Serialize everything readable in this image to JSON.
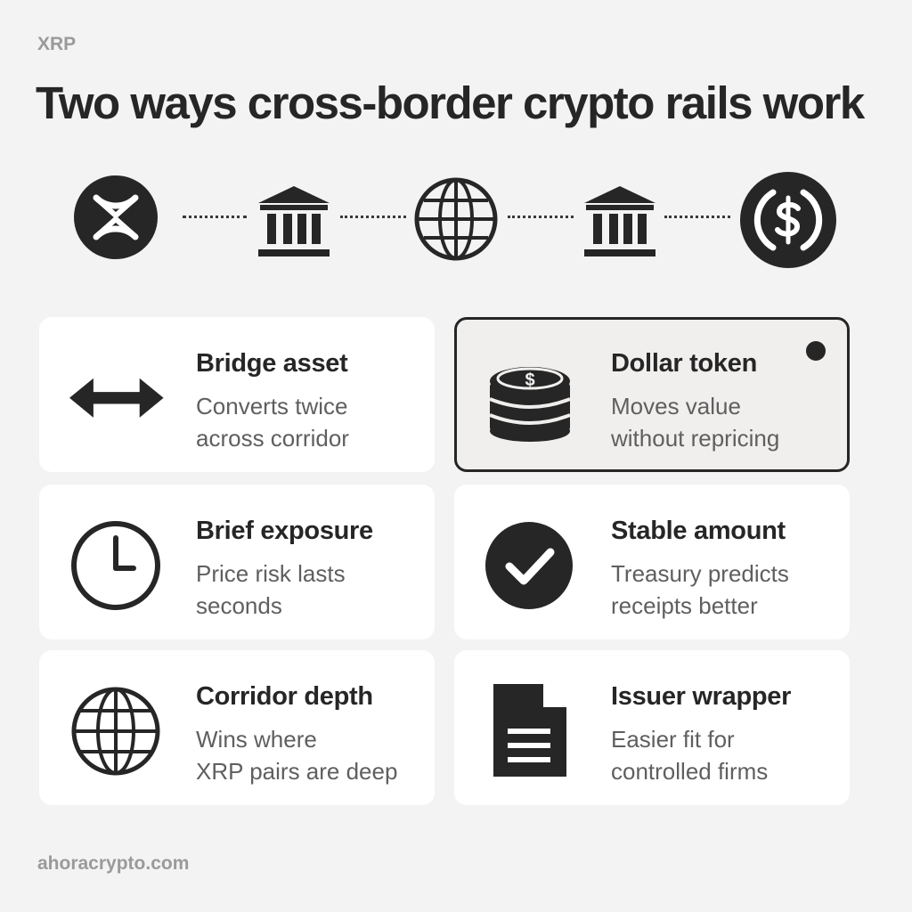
{
  "header": {
    "tag": "XRP",
    "title": "Two ways cross-border crypto rails work"
  },
  "flow": {
    "icons": [
      "xrp-logo-icon",
      "bank-icon",
      "globe-icon",
      "bank-icon",
      "usd-coin-icon"
    ]
  },
  "cards": [
    {
      "icon": "double-arrow-icon",
      "title": "Bridge asset",
      "line1": "Converts twice",
      "line2": "across corridor"
    },
    {
      "icon": "coin-stack-icon",
      "title": "Dollar token",
      "line1": "Moves value",
      "line2": "without repricing",
      "selected": true
    },
    {
      "icon": "clock-icon",
      "title": "Brief exposure",
      "line1": "Price risk lasts",
      "line2": "seconds"
    },
    {
      "icon": "checkmark-icon",
      "title": "Stable amount",
      "line1": "Treasury predicts",
      "line2": "receipts better"
    },
    {
      "icon": "globe-icon",
      "title": "Corridor depth",
      "line1": "Wins where",
      "line2": "XRP pairs are deep"
    },
    {
      "icon": "document-icon",
      "title": "Issuer wrapper",
      "line1": "Easier fit for",
      "line2": "controlled firms"
    }
  ],
  "footer": {
    "site": "ahoracrypto.com"
  },
  "colors": {
    "background": "#f3f3f3",
    "ink": "#262626",
    "muted": "#5f5f5f",
    "card": "#ffffff"
  }
}
